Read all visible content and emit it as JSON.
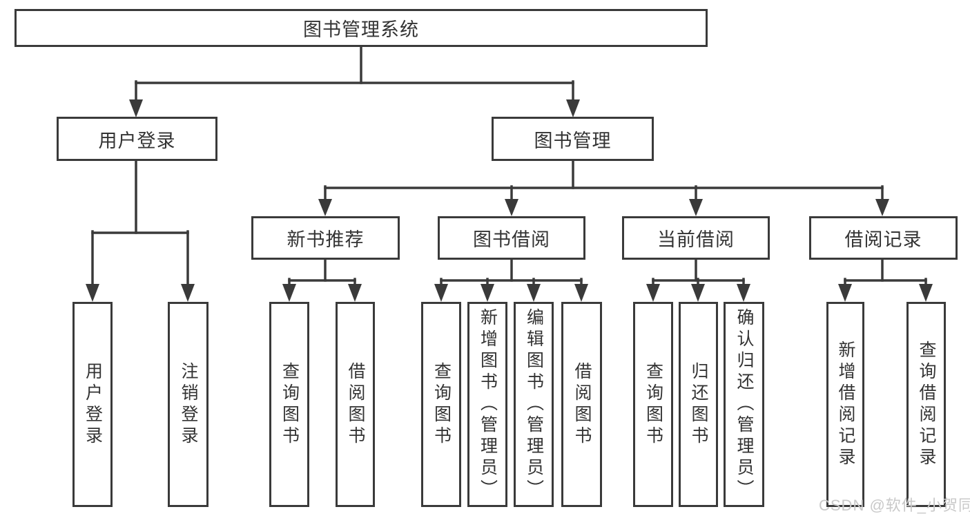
{
  "colors": {
    "line": "#3a3a3a",
    "text": "#333333",
    "box_background": "#ffffff",
    "watermark": "#c9c9c9"
  },
  "watermark": "CSDN @软件_小贺同学",
  "tree": {
    "root": {
      "label": "图书管理系统"
    },
    "user_login": {
      "label": "用户登录",
      "children": [
        {
          "label": "用户登录"
        },
        {
          "label": "注销登录"
        }
      ]
    },
    "book_management": {
      "label": "图书管理",
      "children": [
        {
          "label": "新书推荐",
          "children": [
            {
              "label": "查询图书"
            },
            {
              "label": "借阅图书"
            }
          ]
        },
        {
          "label": "图书借阅",
          "children": [
            {
              "label": "查询图书"
            },
            {
              "label": "新增图书（管理员）"
            },
            {
              "label": "编辑图书（管理员）"
            },
            {
              "label": "借阅图书"
            }
          ]
        },
        {
          "label": "当前借阅",
          "children": [
            {
              "label": "查询图书"
            },
            {
              "label": "归还图书"
            },
            {
              "label": "确认归还（管理员）"
            }
          ]
        },
        {
          "label": "借阅记录",
          "children": [
            {
              "label": "新增借阅记录"
            },
            {
              "label": "查询借阅记录"
            }
          ]
        }
      ]
    }
  }
}
